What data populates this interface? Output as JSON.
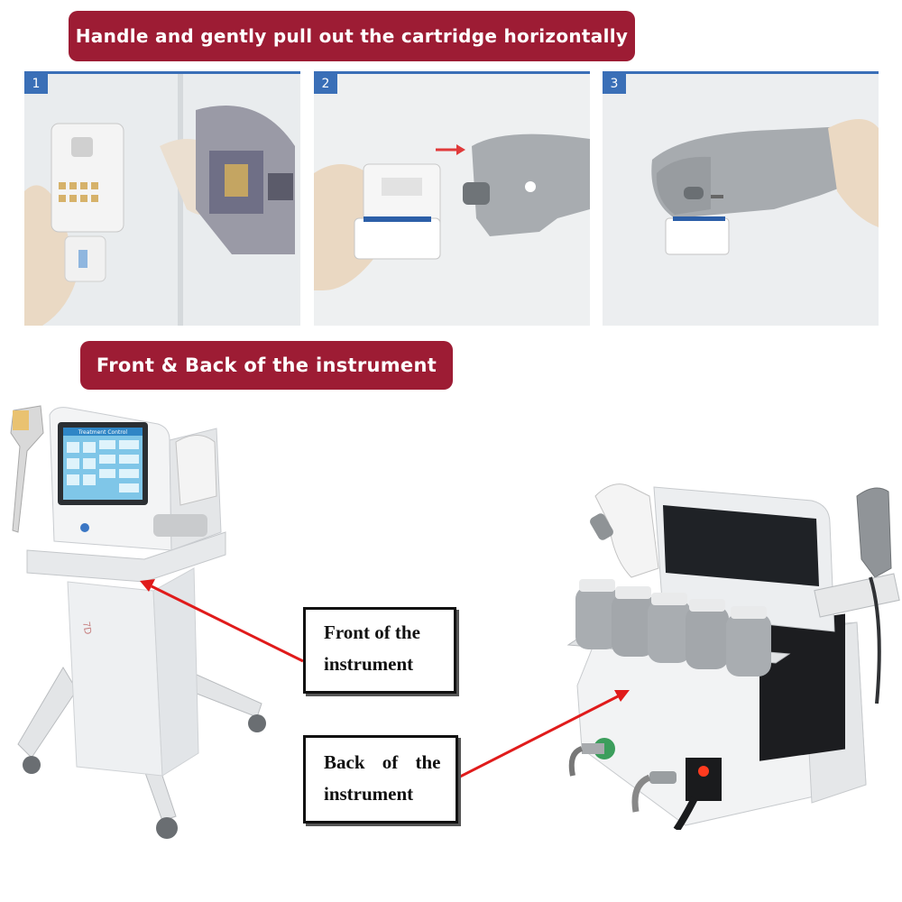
{
  "banners": {
    "top": "Handle and gently pull out the cartridge horizontally",
    "middle": "Front & Back of the instrument"
  },
  "steps": [
    {
      "number": "1"
    },
    {
      "number": "2"
    },
    {
      "number": "3"
    }
  ],
  "labels": {
    "front_line1": "Front of the",
    "front_line2": "instrument",
    "back_line1": "Back of the",
    "back_line2": "instrument"
  },
  "screen": {
    "title": "Treatment Control"
  },
  "colors": {
    "banner": "#9d1c34",
    "step_accent": "#3a6fb7",
    "arrow": "#e01b1b"
  }
}
